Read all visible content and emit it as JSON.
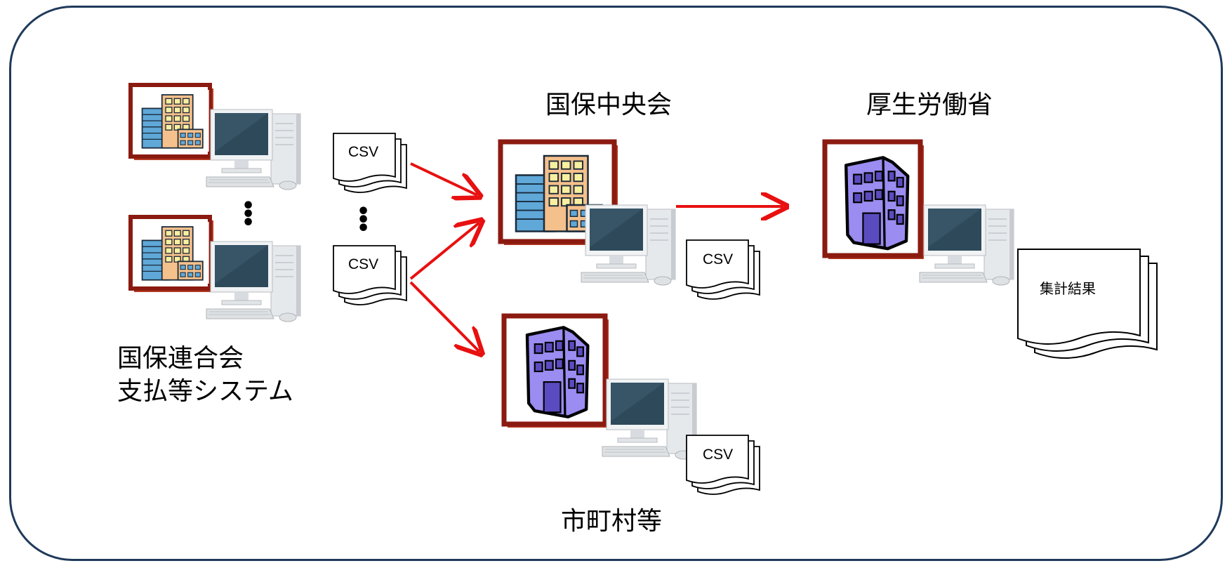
{
  "nodes": {
    "rengoukai_line1": "国保連合会",
    "rengoukai_line2": "支払等システム",
    "chuoukai": "国保中央会",
    "kouseiroudoushou": "厚生労働省",
    "shichousonra": "市町村等"
  },
  "documents": {
    "csv": "CSV",
    "result": "集計結果"
  },
  "colors": {
    "frame": "#1f3a5a",
    "arrow": "#e81010",
    "icon_border": "#8b1a10",
    "building_purple": "#9a8cf0"
  }
}
